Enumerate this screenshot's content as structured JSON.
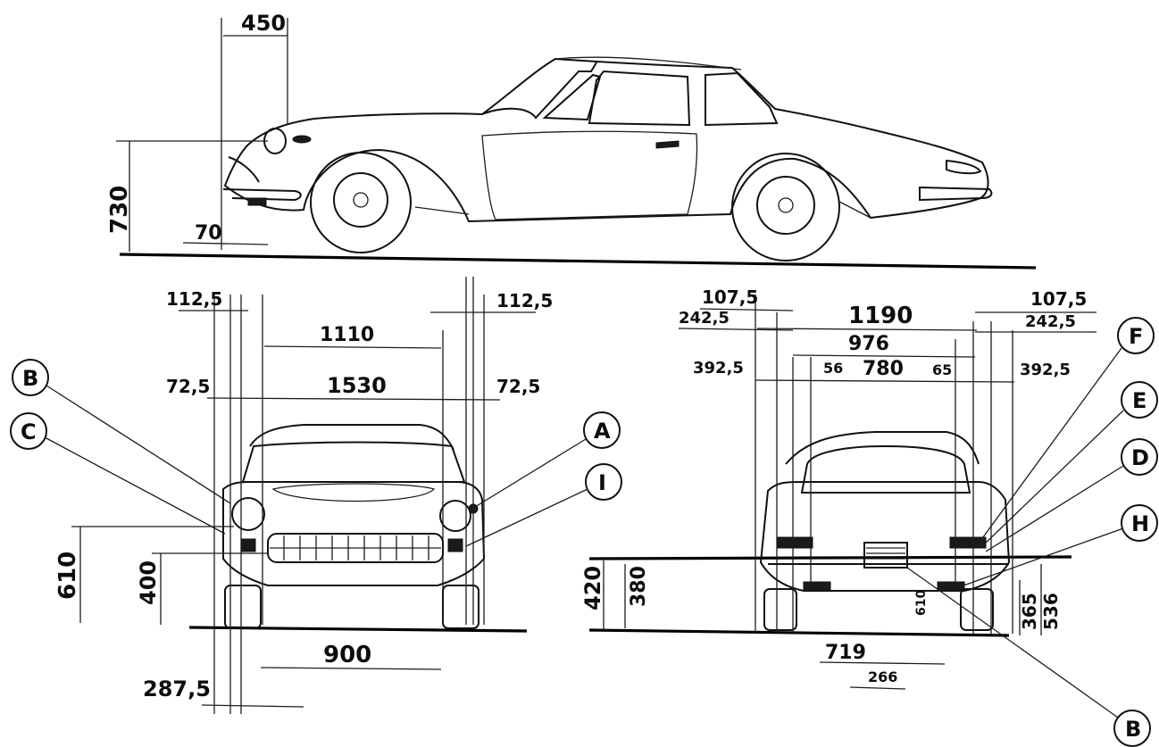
{
  "side_view": {
    "dimensions": {
      "front_overhang": "450",
      "height": "730",
      "ground_clearance_front": "70"
    }
  },
  "front_view": {
    "dimensions": {
      "offset_left_top": "112,5",
      "offset_right_top": "112,5",
      "upper_width": "1110",
      "offset_left_mid": "72,5",
      "offset_right_mid": "72,5",
      "overall_width": "1530",
      "headlight_height": "610",
      "bumper_height": "400",
      "track_width": "900",
      "offset_bottom": "287,5"
    },
    "callouts": [
      "B",
      "C",
      "A",
      "I"
    ]
  },
  "rear_view": {
    "dimensions": {
      "offset_left_top": "107,5",
      "offset_left_second": "242,5",
      "offset_right_top": "107,5",
      "offset_right_second": "242,5",
      "overall_width": "1190",
      "inner_width": "976",
      "offset_left_third": "392,5",
      "offset_right_third": "392,5",
      "small_left": "56",
      "small_right": "65",
      "center_width": "780",
      "rear_height_outer": "420",
      "rear_height_inner": "380",
      "exhaust_height": "365",
      "light_height": "536",
      "mid_height": "610",
      "exhaust_offset": "719",
      "exhaust_width": "266"
    },
    "callouts": [
      "F",
      "E",
      "D",
      "H",
      "B"
    ]
  }
}
